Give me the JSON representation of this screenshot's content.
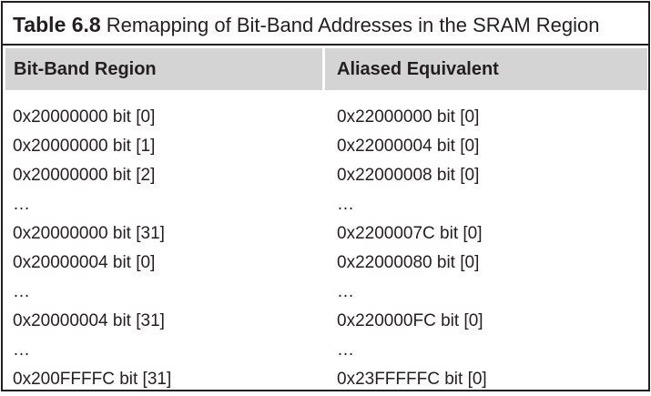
{
  "table": {
    "number": "Table 6.8",
    "title": "Remapping of Bit-Band Addresses in the SRAM Region",
    "headers": [
      "Bit-Band Region",
      "Aliased Equivalent"
    ],
    "rows": [
      [
        "0x20000000 bit [0]",
        "0x22000000 bit [0]"
      ],
      [
        "0x20000000 bit [1]",
        "0x22000004 bit [0]"
      ],
      [
        "0x20000000 bit [2]",
        "0x22000008 bit [0]"
      ],
      [
        "…",
        "…"
      ],
      [
        "0x20000000 bit [31]",
        "0x2200007C bit [0]"
      ],
      [
        "0x20000004 bit [0]",
        "0x22000080 bit [0]"
      ],
      [
        "…",
        "…"
      ],
      [
        "0x20000004 bit [31]",
        "0x220000FC bit [0]"
      ],
      [
        "…",
        "…"
      ],
      [
        "0x200FFFFC bit [31]",
        "0x23FFFFFC bit [0]"
      ]
    ]
  }
}
